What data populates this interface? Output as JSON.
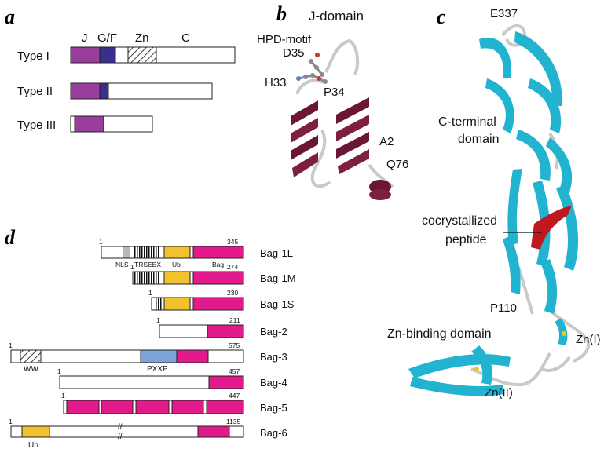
{
  "panels": {
    "a": "a",
    "b": "b",
    "c": "c",
    "d": "d"
  },
  "colors": {
    "j_domain": "#9a3e9e",
    "gf_domain": "#3a2f8c",
    "helix": "#6b1636",
    "strand": "#21b3cf",
    "peptide": "#c0181f",
    "ub": "#f2c12e",
    "bag": "#e21a8c",
    "pxxp": "#7ea3d6",
    "nls": "#b8b8b8"
  },
  "panel_a": {
    "header_j": "J",
    "header_gf": "G/F",
    "header_zn": "Zn",
    "header_c": "C",
    "types": [
      "Type I",
      "Type II",
      "Type III"
    ]
  },
  "panel_b": {
    "title": "J-domain",
    "labels": {
      "hpd": "HPD-motif",
      "d35": "D35",
      "h33": "H33",
      "p34": "P34",
      "a2": "A2",
      "q76": "Q76"
    }
  },
  "panel_c": {
    "labels": {
      "e337": "E337",
      "cterm_1": "C-terminal",
      "cterm_2": "domain",
      "cocryst_1": "cocrystallized",
      "cocryst_2": "peptide",
      "p110": "P110",
      "znbind": "Zn-binding domain",
      "zn1": "Zn(I)",
      "zn2": "Zn(II)"
    }
  },
  "panel_d": {
    "proteins": [
      {
        "name": "Bag-1L",
        "start": "1",
        "end": "345"
      },
      {
        "name": "Bag-1M",
        "start": "1",
        "end": "274"
      },
      {
        "name": "Bag-1S",
        "start": "1",
        "end": "230"
      },
      {
        "name": "Bag-2",
        "start": "1",
        "end": "211"
      },
      {
        "name": "Bag-3",
        "start": "1",
        "end": "575"
      },
      {
        "name": "Bag-4",
        "start": "1",
        "end": "457"
      },
      {
        "name": "Bag-5",
        "start": "1",
        "end": "447"
      },
      {
        "name": "Bag-6",
        "start": "1",
        "end": "1135"
      }
    ],
    "domain_labels": {
      "nls": "NLS",
      "trseex": "TRSEEX",
      "ub": "Ub",
      "bag": "Bag",
      "ww": "WW",
      "pxxp": "PXXP",
      "ub6": "Ub",
      "break": "//"
    }
  }
}
